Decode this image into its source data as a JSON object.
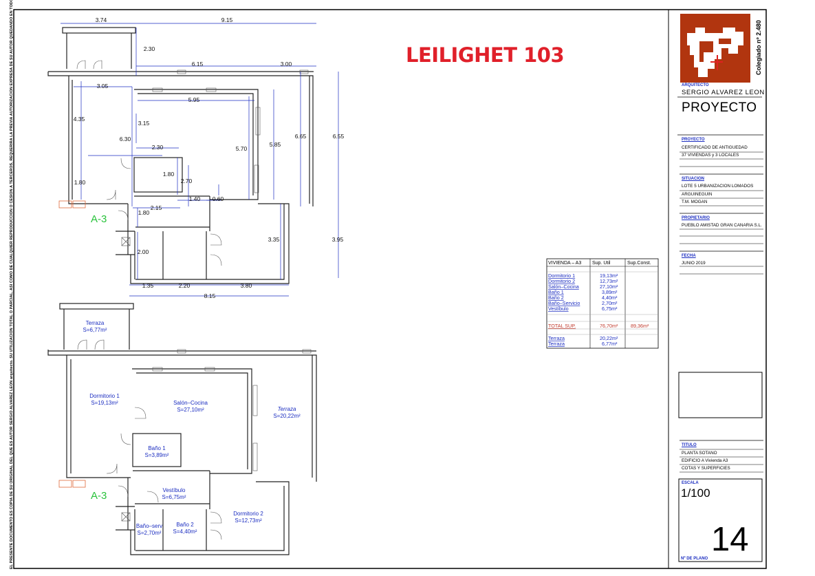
{
  "page_heading": "LEILIGHET 103",
  "side_note": "EL PRESENTE DOCUMENTO ES COPIA DE SU ORIGINAL DEL QUE ES AUTOR SERGIO ALVAREZ LEON arquitecto. SU UTILIZACION TOTAL O PARCIAL, ASI COMO DE CUALQUIER REPRODUCCION O CESION A TERCEROS, REQUERIRA LA PREVIA AUTORIZACION EXPRESA DE SU AUTOR QUEDANDO EN TODO CASO PROHIBIDA CUALQUIER MODIFICACION UNILATERAL DEL MISMO.",
  "colors": {
    "dimension": "#1a2cc0",
    "wall": "#222222",
    "heading": "#e0202a",
    "unit_tag": "#28c23a",
    "logo_bg": "#b1350f",
    "total_row": "#c0392b"
  },
  "title_block": {
    "colegiado": "Colegiado nº 2.480",
    "arquitecto_label": "ARQUITECTO",
    "arquitecto_name": "SERGIO ALVAREZ LEON",
    "proyecto_heading": "PROYECTO",
    "proyecto_label": "PROYECTO",
    "proyecto_lines": [
      "CERTIFICADO DE ANTIGUEDAD",
      "37 VIVIENDAS y 3 LOCALES"
    ],
    "situacion_label": "SITUACION",
    "situacion_lines": [
      "LOTE 5 URBANIZACION LOMADOS",
      "ARGUINEGUIN",
      "T.M. MOGAN"
    ],
    "propietario_label": "PROPIETARIO",
    "propietario_lines": [
      "PUEBLO AMISTAD GRAN CANARIA S.L."
    ],
    "fecha_label": "FECHA",
    "fecha_value": "JUNIO 2019",
    "titulo_label": "TITULO",
    "titulo_lines": [
      "PLANTA SOTANO",
      "EDIFICIO A Vivienda A3",
      "COTAS Y SUPERFICIES"
    ],
    "escala_label": "ESCALA",
    "escala_value": "1/100",
    "plano_label": "Nº DE PLANO",
    "plano_number": "14"
  },
  "area_table": {
    "headers": [
      "VIVIENDA – A3",
      "Sup. Util",
      "Sup.Const."
    ],
    "rooms": [
      {
        "name": "Dormitorio 1",
        "area": "19,13m²"
      },
      {
        "name": "Dormitorio 2",
        "area": "12,73m²"
      },
      {
        "name": "Salón–Cocina",
        "area": "27,10m²"
      },
      {
        "name": "Baño 1",
        "area": "3,89m²"
      },
      {
        "name": "Baño 2",
        "area": "4,40m²"
      },
      {
        "name": "Baño–Servicio",
        "area": "2,70m²"
      },
      {
        "name": "Vestíbulo",
        "area": "6,75m²"
      }
    ],
    "total": {
      "name": "TOTAL SUP.",
      "util": "76,70m²",
      "const": "89,36m²"
    },
    "terraces": [
      {
        "name": "Terraza",
        "area": "20,22m²"
      },
      {
        "name": "Terraza",
        "area": "6,77m²"
      }
    ]
  },
  "dimension_plan": {
    "unit_tag": "A-3",
    "dimensions": [
      "3.74",
      "9.15",
      "2.30",
      "6.15",
      "3.00",
      "3.05",
      "5.95",
      "4.35",
      "3.15",
      "6.30",
      "2.30",
      "5.70",
      "5.85",
      "6.65",
      "6.55",
      "1.80",
      "2.70",
      "1.80",
      "1.40",
      "0.60",
      "2.15",
      "1.80",
      "3.35",
      "3.95",
      "2.00",
      "1.35",
      "2.20",
      "3.80",
      "8.15"
    ]
  },
  "area_plan": {
    "unit_tag": "A-3",
    "rooms": [
      {
        "name": "Terraza",
        "area": "S=6,77m²"
      },
      {
        "name": "Dormitorio 1",
        "area": "S=19,13m²"
      },
      {
        "name": "Salón–Cocina",
        "area": "S=27,10m²"
      },
      {
        "name": "Terraza",
        "area": "S=20,22m²"
      },
      {
        "name": "Baño 1",
        "area": "S=3,89m²"
      },
      {
        "name": "Vestíbulo",
        "area": "S=6,75m²"
      },
      {
        "name": "Dormitorio 2",
        "area": "S=12,73m²"
      },
      {
        "name": "Baño–serv",
        "area": "S=2,70m²"
      },
      {
        "name": "Baño 2",
        "area": "S=4,40m²"
      }
    ]
  }
}
